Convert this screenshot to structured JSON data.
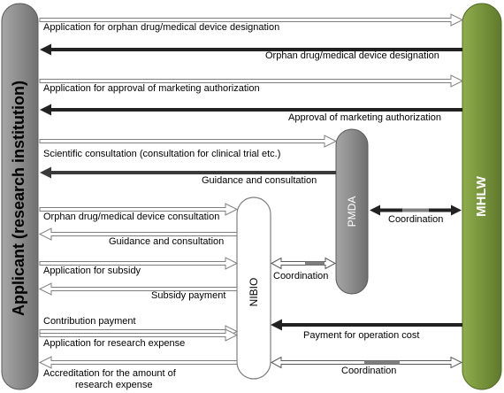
{
  "nodes": {
    "applicant": "Applicant (research institution)",
    "mhlw": "MHLW",
    "pmda": "PMDA",
    "nibio": "NIBIO"
  },
  "arrows": {
    "orphan_application": "Application for orphan drug/medical device designation",
    "orphan_designation": "Orphan drug/medical device designation",
    "marketing_application": "Application for approval of marketing authorization",
    "marketing_approval": "Approval of marketing authorization",
    "scientific_consultation": "Scientific consultation (consultation for clinical trial etc.)",
    "pmda_guidance": "Guidance and consultation",
    "pmda_coordination": "Coordination",
    "orphan_consultation": "Orphan drug/medical device consultation",
    "nibio_guidance": "Guidance and consultation",
    "subsidy_application": "Application for subsidy",
    "subsidy_payment": "Subsidy payment",
    "nibio_pmda_coordination": "Coordination",
    "contribution_payment": "Contribution payment",
    "operation_cost_payment": "Payment for operation cost",
    "research_expense_application": "Application for research expense",
    "accreditation_line1": "Accreditation for the amount of",
    "accreditation_line2": "research expense",
    "nibio_mhlw_coordination": "Coordination"
  },
  "colors": {
    "applicant_fill": "#8c8c8c",
    "mhlw_fill": "#77933c",
    "pmda_fill": "#8c8c8c",
    "nibio_fill": "#ffffff",
    "dark_arrow": "#222222",
    "light_arrow": "#ffffff"
  }
}
